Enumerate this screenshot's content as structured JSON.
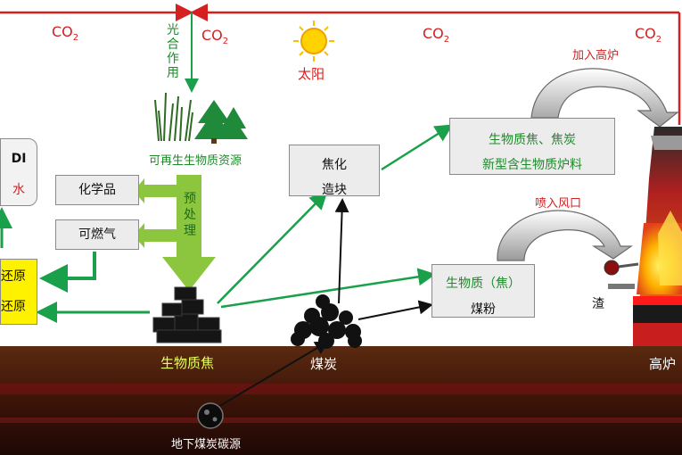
{
  "labels": {
    "co2_1": "CO2",
    "co2_2": "CO2",
    "co2_3": "CO2",
    "co2_4": "CO2",
    "photosynthesis": "光合作用",
    "sun": "太阳",
    "renewable": "可再生生物质资源",
    "pretreat": "预处理",
    "chemicals": "化学品",
    "combustible_gas": "可燃气",
    "coking": "焦化",
    "agglomeration": "造块",
    "bio_coke_line1": "生物质焦、焦炭",
    "bio_coke_line2": "新型含生物质炉料",
    "bio_powder_line1": "生物质（焦）",
    "bio_powder_line2": "煤粉",
    "add_furnace": "加入高炉",
    "inject_tuyere": "喷入风口",
    "slag": "渣",
    "biomass_coke": "生物质焦",
    "coal": "煤炭",
    "blast_furnace": "高炉",
    "underground": "地下煤炭碳源",
    "left_box_1": "DI",
    "left_box_2": "水",
    "left_y1": "还原",
    "left_y2": "还原"
  },
  "colors": {
    "co2_line": "#d62020",
    "flow_green": "#1aa04a",
    "arrow_light_green": "#8cc63f",
    "ground": "#4a1d0c",
    "furnace_red": "#c81e1e"
  },
  "icons": {
    "sun": "sun-icon",
    "trees": "tree-icon",
    "grass": "grass-icon",
    "coke_pile": "coke-pile-icon",
    "coal_pile": "coal-pile-icon",
    "coal_seam": "coal-seam-icon",
    "furnace": "blast-furnace-icon"
  }
}
